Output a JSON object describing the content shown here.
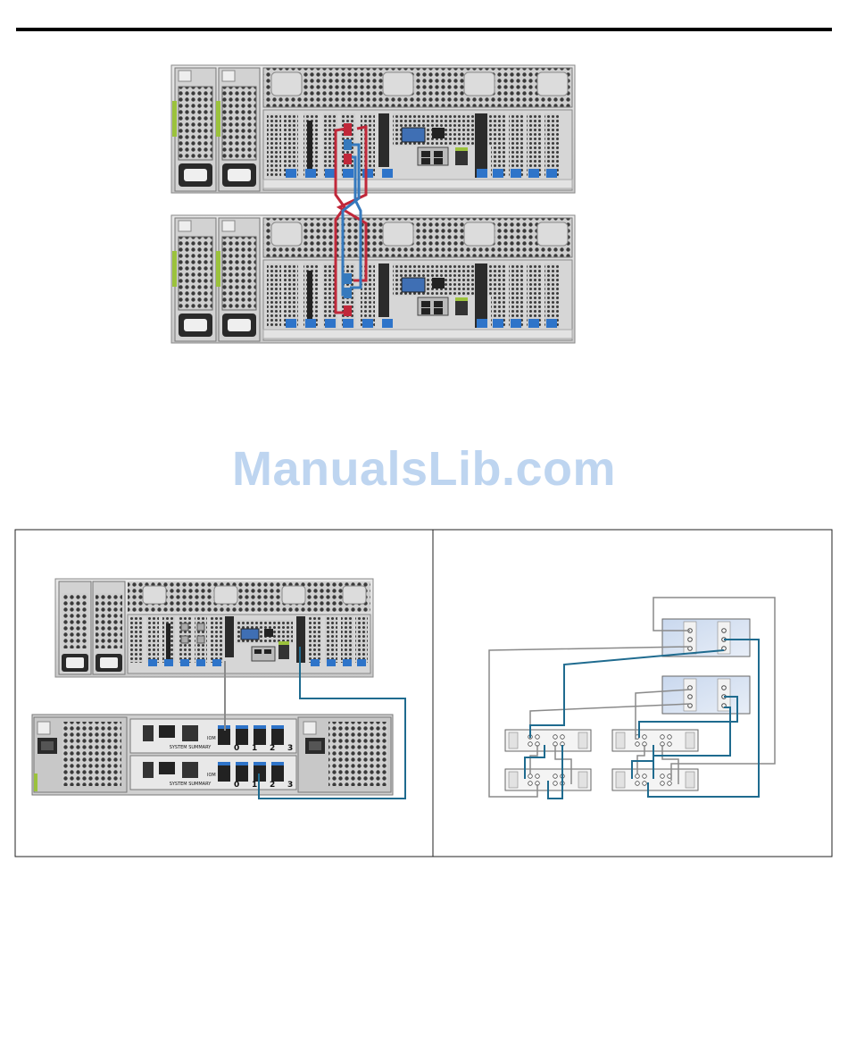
{
  "watermark": "ManualsLib.com",
  "server_labels": {
    "iom": "IOM",
    "system_summary": "SYSTEM SUMMARY",
    "port_nums": [
      "0",
      "1",
      "2",
      "3"
    ]
  },
  "colors": {
    "red_cable": "#c0283a",
    "blue_cable": "#3579bd",
    "teal_cable": "#1f6b8f",
    "gray_cable": "#8a8a8a",
    "chassis": "#d9d9d9",
    "slot_blue": "#2e74c9"
  }
}
